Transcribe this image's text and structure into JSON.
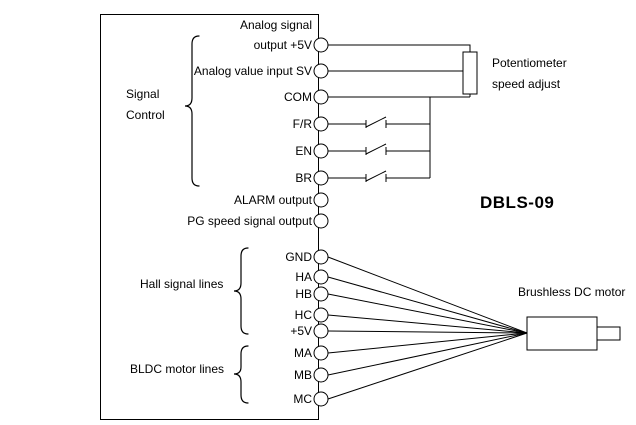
{
  "diagram": {
    "model_label": "DBLS-09",
    "groups": {
      "signal_control_line1": "Signal",
      "signal_control_line2": "Control",
      "hall_label": "Hall signal lines",
      "bldc_label": "BLDC motor lines"
    },
    "terminals": [
      {
        "line1": "Analog signal",
        "line2": "output +5V"
      },
      {
        "label": "Analog value input SV"
      },
      {
        "label": "COM"
      },
      {
        "label": "F/R"
      },
      {
        "label": "EN"
      },
      {
        "label": "BR"
      },
      {
        "label": "ALARM output"
      },
      {
        "label": "PG speed signal output"
      },
      {
        "label": "GND"
      },
      {
        "label": "HA"
      },
      {
        "label": "HB"
      },
      {
        "label": "HC"
      },
      {
        "label": "+5V"
      },
      {
        "label": "MA"
      },
      {
        "label": "MB"
      },
      {
        "label": "MC"
      }
    ],
    "annotations": {
      "potentiometer_line1": "Potentiometer",
      "potentiometer_line2": "speed adjust",
      "motor_label": "Brushless DC motor"
    },
    "colors": {
      "line": "#000000",
      "text": "#000000",
      "background": "#ffffff"
    }
  }
}
